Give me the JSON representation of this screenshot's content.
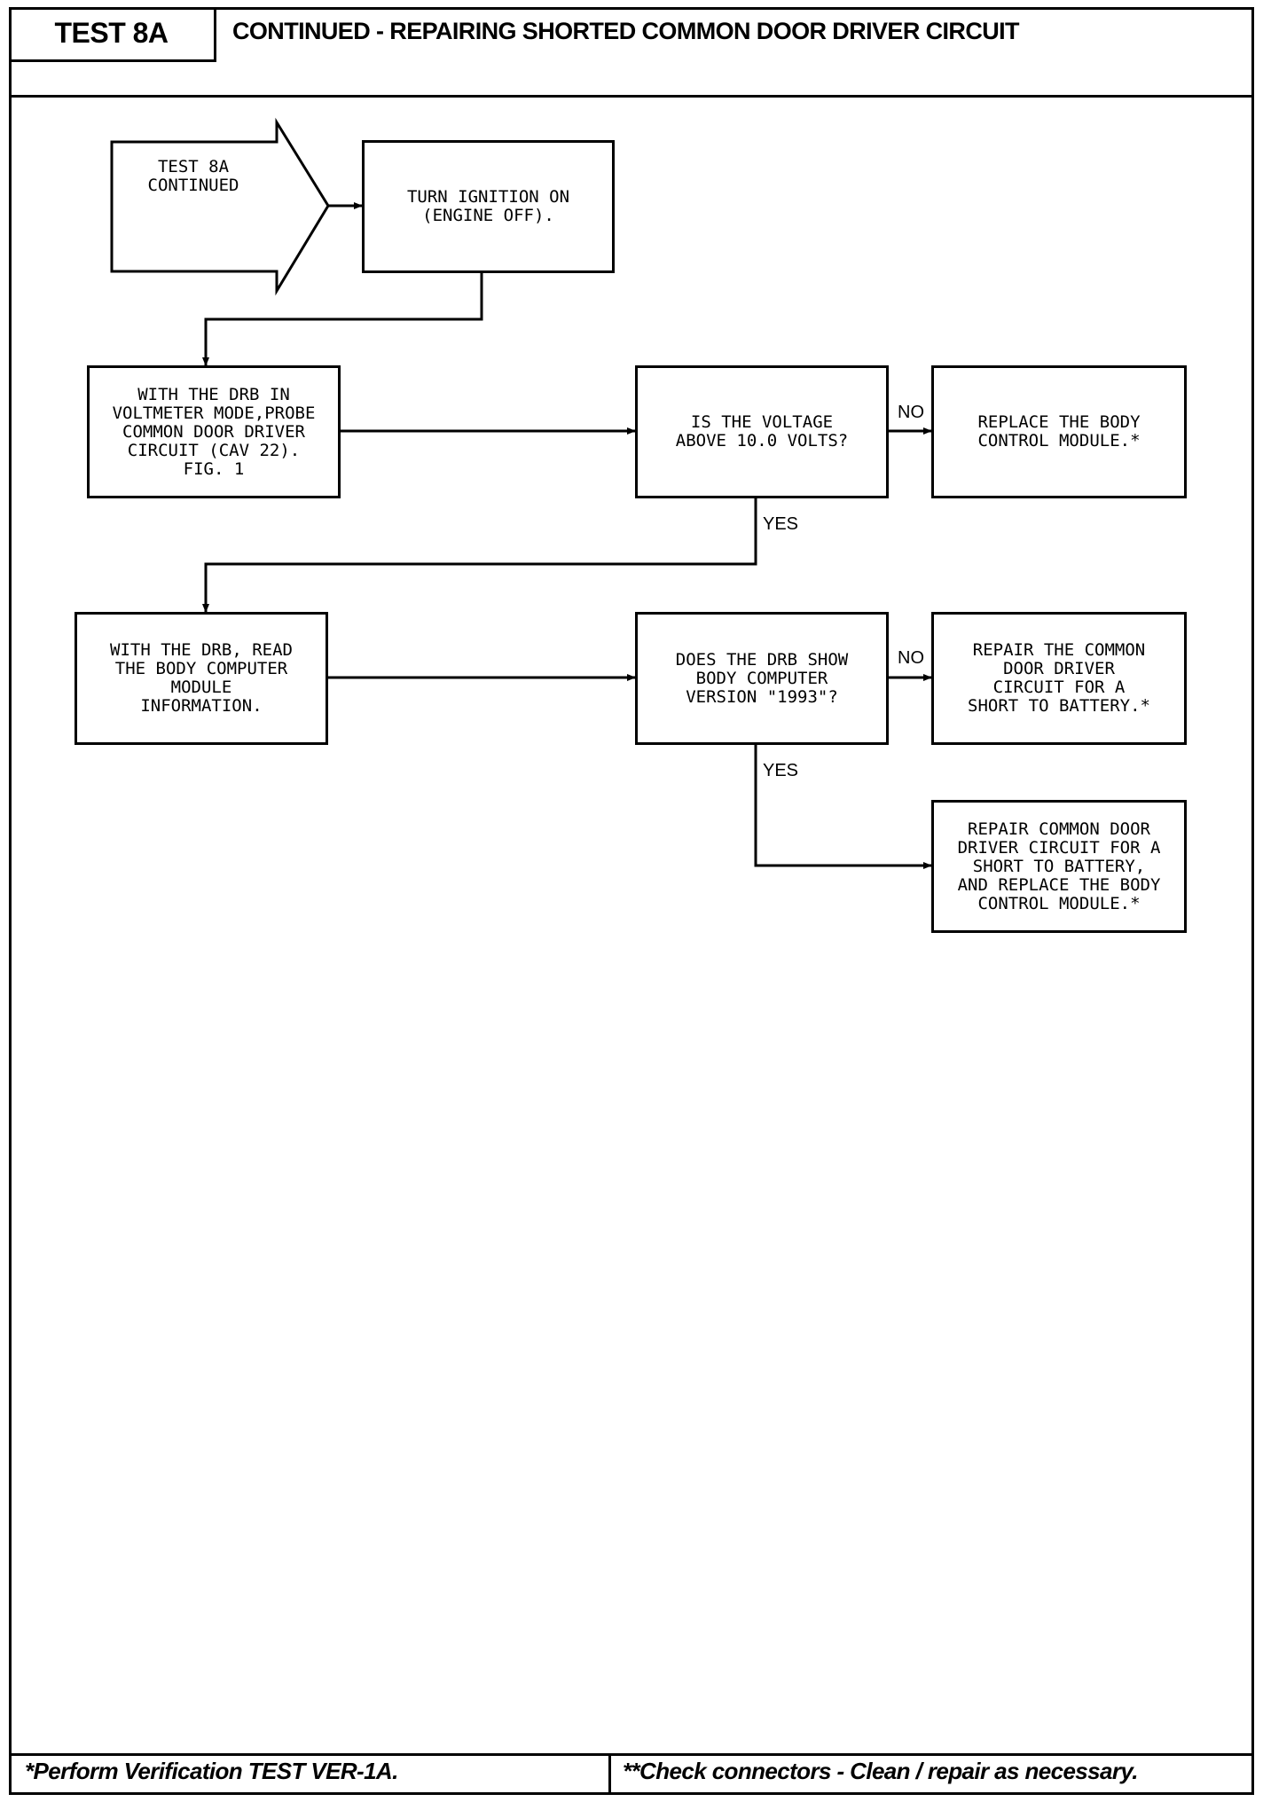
{
  "header": {
    "test_label": "TEST 8A",
    "title": "CONTINUED - REPAIRING SHORTED COMMON DOOR DRIVER CIRCUIT"
  },
  "flowchart": {
    "start": "TEST 8A\nCONTINUED",
    "ignition": "TURN IGNITION ON\n(ENGINE OFF).",
    "probe": "WITH THE DRB IN\nVOLTMETER MODE,PROBE\nCOMMON DOOR DRIVER\nCIRCUIT (CAV 22).\nFIG. 1",
    "voltage_question": "IS THE VOLTAGE\nABOVE 10.0 VOLTS?",
    "replace_bcm": "REPLACE THE BODY\nCONTROL MODULE.*",
    "read_info": "WITH THE DRB, READ\nTHE BODY COMPUTER\nMODULE\nINFORMATION.",
    "version_question": "DOES THE DRB SHOW\nBODY COMPUTER\nVERSION \"1993\"?",
    "repair_short": "REPAIR THE COMMON\nDOOR DRIVER\nCIRCUIT FOR A\nSHORT TO BATTERY.*",
    "repair_and_replace": "REPAIR COMMON DOOR\nDRIVER CIRCUIT FOR A\nSHORT TO BATTERY,\nAND REPLACE THE BODY\nCONTROL MODULE.*",
    "labels": {
      "no1": "NO",
      "yes1": "YES",
      "no2": "NO",
      "yes2": "YES"
    }
  },
  "footer": {
    "left": "*Perform Verification TEST VER-1A.",
    "right": "**Check connectors - Clean / repair as necessary."
  }
}
